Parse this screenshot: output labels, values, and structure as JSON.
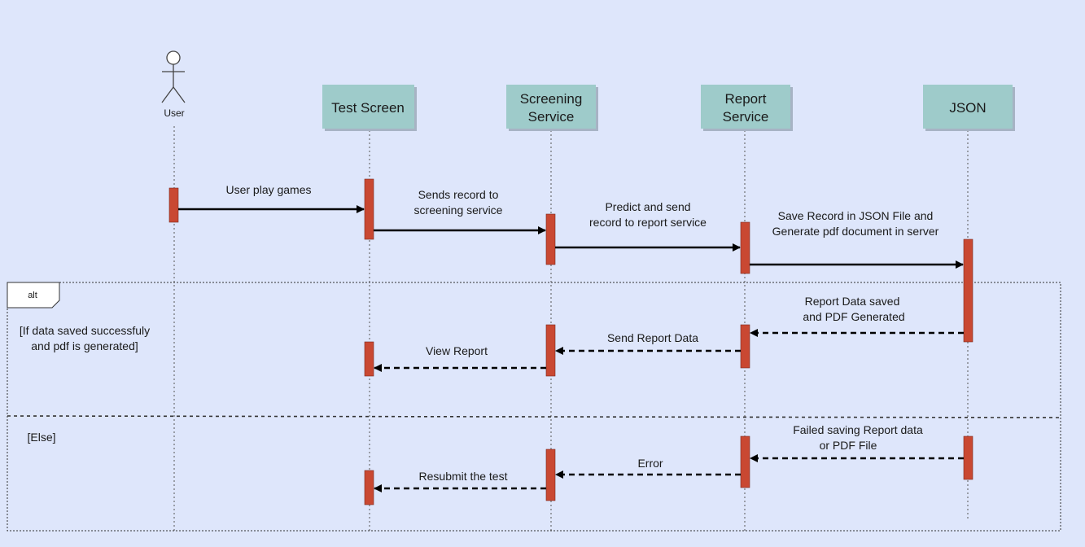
{
  "participants": {
    "user": "User",
    "test_screen": "Test Screen",
    "screening_1": "Screening",
    "screening_2": "Service",
    "report_1": "Report",
    "report_2": "Service",
    "json": "JSON"
  },
  "messages": {
    "m1": "User play games",
    "m2_1": "Sends record to",
    "m2_2": "screening service",
    "m3_1": "Predict and send",
    "m3_2": "record to report service",
    "m4_1": "Save Record in JSON File and",
    "m4_2": "Generate pdf document in server",
    "r1_1": "Report Data saved",
    "r1_2": "and PDF Generated",
    "r2": "Send Report Data",
    "r3": "View Report",
    "e1_1": "Failed saving Report data",
    "e1_2": "or PDF File",
    "e2": "Error",
    "e3": "Resubmit the test"
  },
  "fragment": {
    "operator": "alt",
    "guard_1": "[If data saved successfuly",
    "guard_2": "and pdf is generated]",
    "else_guard": "[Else]"
  },
  "colors": {
    "background": "#dee6fb",
    "participant_box": "#9ecbca",
    "activation": "#c94832"
  }
}
